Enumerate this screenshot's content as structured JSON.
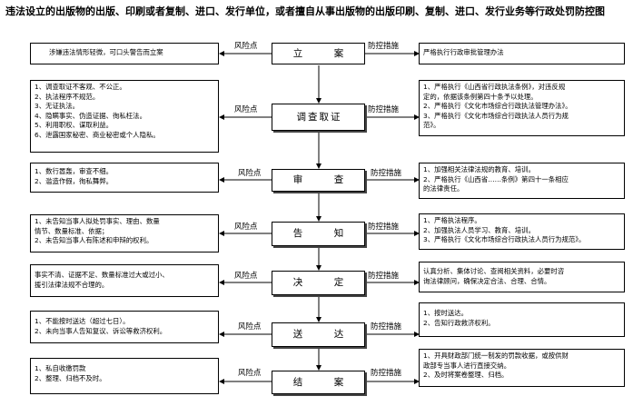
{
  "title": "违法设立的出版物的出版、印刷或者复制、进口、发行单位，或者擅自从事出版物的出版印刷、复制、进口、发行业务等行政处罚防控图",
  "labels": {
    "risk": "风险点",
    "control": "防控措施"
  },
  "steps": [
    {
      "name": "立　案",
      "risks": [
        "涉嫌违法情形轻微，可口头警告而立案"
      ],
      "controls": [
        "严格执行行政审批管理办法"
      ]
    },
    {
      "name": "调查取证",
      "risks": [
        "1、调查取证不客观、不公正。",
        "2、执法程序不规范。",
        "3、无证执法。",
        "4、隐瞒事实、伪造证据、徇私枉法。",
        "5、利用职权、谋取利益。",
        "6、泄露国家秘密、商业秘密或个人隐私。"
      ],
      "controls": [
        "1、严格执行《山西省行政执法条例》，对违反规",
        "定的，依据该条例第四十条予以处理。",
        "2、严格执行《文化市场综合行政执法管理办法》。",
        "3、严格执行《文化市场综合行政执法人员行为规",
        "范》。"
      ]
    },
    {
      "name": "审　查",
      "risks": [
        "1、数行嚣轰，审查不细。",
        "2、滥造作假，徇私舞弊。"
      ],
      "controls": [
        "1、加强相关法律法规的教育、培训。",
        "2、严格执行《山西省……条例》第四十一条相应",
        "的法律责任。"
      ]
    },
    {
      "name": "告　知",
      "risks": [
        "1、未告知当事人拟处罚事实、理由、数量",
        "情节、数量标准、依据；",
        "2、未告知当事人有陈述和申辩的权利。"
      ],
      "controls": [
        "1、严格执法程序。",
        "2、加强执法人员学习、教育、培训。",
        "3、严格执行《文化市场综合行政执法人员行为规范》。"
      ]
    },
    {
      "name": "决　定",
      "risks": [
        "事实不清、证据不足、数量标准过大或过小、",
        "援引法律法规不合理的。"
      ],
      "controls": [
        "认真分析、集体讨论、查阅相关资料，必要时咨",
        "询法律顾问，确保决定合法、合理、合情。"
      ]
    },
    {
      "name": "送　达",
      "risks": [
        "1、不能按时送达（超过七日）。",
        "2、未向当事人告知复议、诉讼等救济权利。"
      ],
      "controls": [
        "1、按时送达。",
        "2、告知行政救济权利。"
      ]
    },
    {
      "name": "结　案",
      "risks": [
        "1、私自收缴罚款",
        "2、整理、归档不及时。"
      ],
      "controls": [
        "1、开具财政部门统一制发的罚款收据，或按供财",
        "政部专当事人进行直接交纳。",
        "2、及时将案卷整理、归档。"
      ]
    }
  ]
}
